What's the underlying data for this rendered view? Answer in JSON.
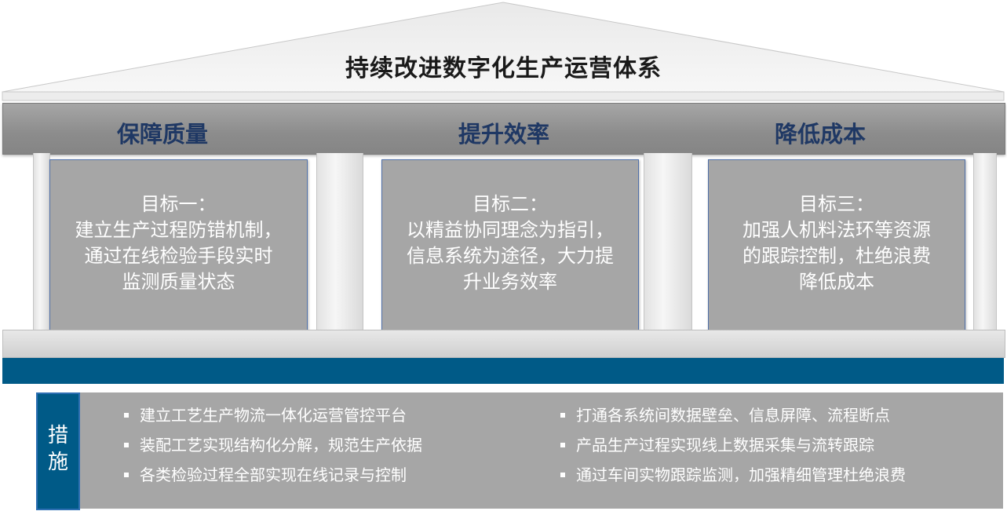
{
  "roof": {
    "title": "持续改进数字化生产运营体系"
  },
  "pillars": [
    {
      "title": "保障质量",
      "goal_lines": [
        "目标一：",
        "建立生产过程防错机制，",
        "通过在线检验手段实时",
        "监测质量状态"
      ]
    },
    {
      "title": "提升效率",
      "goal_lines": [
        "目标二：",
        "以精益协同理念为指引，",
        "信息系统为途径，大力提",
        "升业务效率"
      ]
    },
    {
      "title": "降低成本",
      "goal_lines": [
        "目标三：",
        "加强人机料法环等资源",
        "的跟踪控制，杜绝浪费",
        "降低成本"
      ]
    }
  ],
  "measures": {
    "label": [
      "措",
      "施"
    ],
    "left": [
      "建立工艺生产物流一体化运营管控平台",
      "装配工艺实现结构化分解，规范生产依据",
      "各类检验过程全部实现在线记录与控制"
    ],
    "right": [
      "打通各系统间数据壁垒、信息屏障、流程断点",
      "产品生产过程实现线上数据采集与流转跟踪",
      "通过车间实物跟踪监测，加强精细管理杜绝浪费"
    ]
  },
  "colors": {
    "navy_text": "#1f3864",
    "band_blue": "#005a87",
    "gray": "#a6a6a6"
  }
}
